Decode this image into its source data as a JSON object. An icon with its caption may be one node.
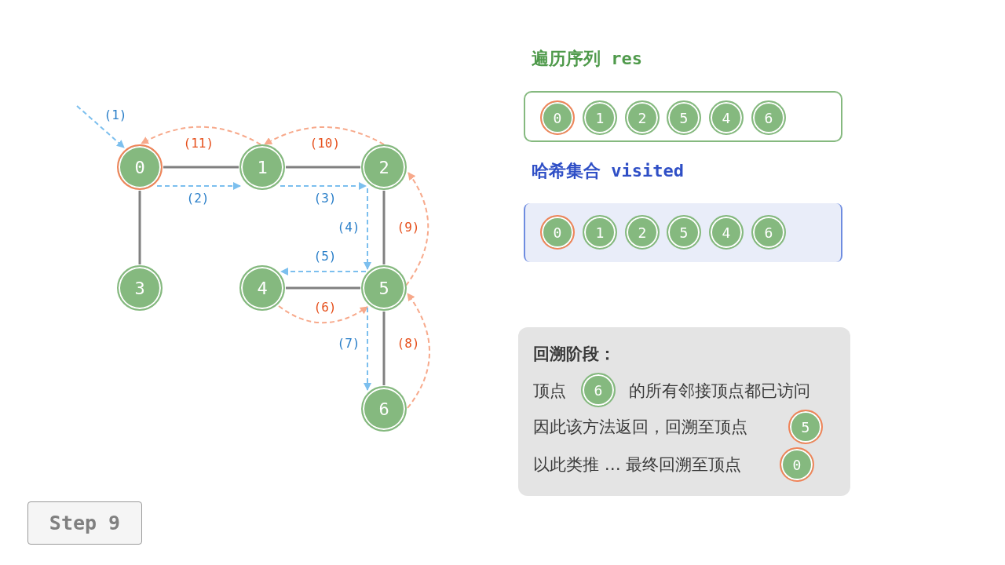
{
  "diagram": {
    "nodes": [
      {
        "text": [
          "0"
        ]
      },
      {
        "text": [
          "1"
        ]
      },
      {
        "text": [
          "2"
        ]
      },
      {
        "text": [
          "3"
        ]
      },
      {
        "text": [
          "4"
        ]
      },
      {
        "text": [
          "5"
        ]
      },
      {
        "text": [
          "6"
        ]
      },
      {
        "text": [
          "遍历序列 res"
        ]
      },
      {
        "text": [
          "0"
        ],
        "in": 7
      },
      {
        "text": [
          "1"
        ],
        "in": 7
      },
      {
        "text": [
          "2"
        ],
        "in": 7
      },
      {
        "text": [
          "5"
        ],
        "in": 7
      },
      {
        "text": [
          "4"
        ],
        "in": 7
      },
      {
        "text": [
          "6"
        ],
        "in": 7
      },
      {
        "text": [
          "哈希集合 visited"
        ]
      },
      {
        "text": [
          "0"
        ],
        "in": 14
      },
      {
        "text": [
          "1"
        ],
        "in": 14
      },
      {
        "text": [
          "2"
        ],
        "in": 14
      },
      {
        "text": [
          "5"
        ],
        "in": 14
      },
      {
        "text": [
          "4"
        ],
        "in": 14
      },
      {
        "text": [
          "6"
        ],
        "in": 14
      },
      {
        "text": [
          "回溯阶段：",
          "顶点",
          "的所有邻接顶点都已访问",
          "因此该方法返回，回溯至顶点",
          "以此类推 … 最终回溯至顶点"
        ]
      },
      {
        "text": [
          "6"
        ],
        "in": 21
      },
      {
        "text": [
          "5"
        ],
        "in": 21
      },
      {
        "text": [
          "0"
        ],
        "in": 21
      },
      {
        "text": [
          "Step 9"
        ]
      }
    ],
    "edges": [
      {
        "from": 0,
        "to": 1,
        "arrow": "none"
      },
      {
        "from": 1,
        "to": 2,
        "arrow": "none"
      },
      {
        "from": 0,
        "to": 3,
        "arrow": "none"
      },
      {
        "from": 2,
        "to": 5,
        "arrow": "none"
      },
      {
        "from": 4,
        "to": 5,
        "arrow": "none"
      },
      {
        "from": 5,
        "to": 6,
        "arrow": "none"
      },
      {
        "from": null,
        "to": 0,
        "arrow": "to",
        "label": "(1)",
        "style": "dashed",
        "color": "#7cbfee"
      },
      {
        "from": 0,
        "to": 1,
        "arrow": "to",
        "label": "(2)",
        "style": "dashed",
        "color": "#7cbfee"
      },
      {
        "from": 1,
        "to": 2,
        "arrow": "to",
        "label": "(3)",
        "style": "dashed",
        "color": "#7cbfee"
      },
      {
        "from": 2,
        "to": 5,
        "arrow": "to",
        "label": "(4)",
        "style": "dashed",
        "color": "#7cbfee"
      },
      {
        "from": 5,
        "to": 4,
        "arrow": "to",
        "label": "(5)",
        "style": "dashed",
        "color": "#7cbfee"
      },
      {
        "from": 4,
        "to": 5,
        "arrow": "to",
        "label": "(6)",
        "style": "dashed",
        "color": "#f7a98b"
      },
      {
        "from": 5,
        "to": 6,
        "arrow": "to",
        "label": "(7)",
        "style": "dashed",
        "color": "#7cbfee"
      },
      {
        "from": 6,
        "to": 5,
        "arrow": "to",
        "label": "(8)",
        "style": "dashed",
        "color": "#f7a98b"
      },
      {
        "from": 5,
        "to": 2,
        "arrow": "to",
        "label": "(9)",
        "style": "dashed",
        "color": "#f7a98b"
      },
      {
        "from": 2,
        "to": 1,
        "arrow": "to",
        "label": "(10)",
        "style": "dashed",
        "color": "#f7a98b"
      },
      {
        "from": 1,
        "to": 0,
        "arrow": "to",
        "label": "(11)",
        "style": "dashed",
        "color": "#f7a98b"
      }
    ]
  }
}
